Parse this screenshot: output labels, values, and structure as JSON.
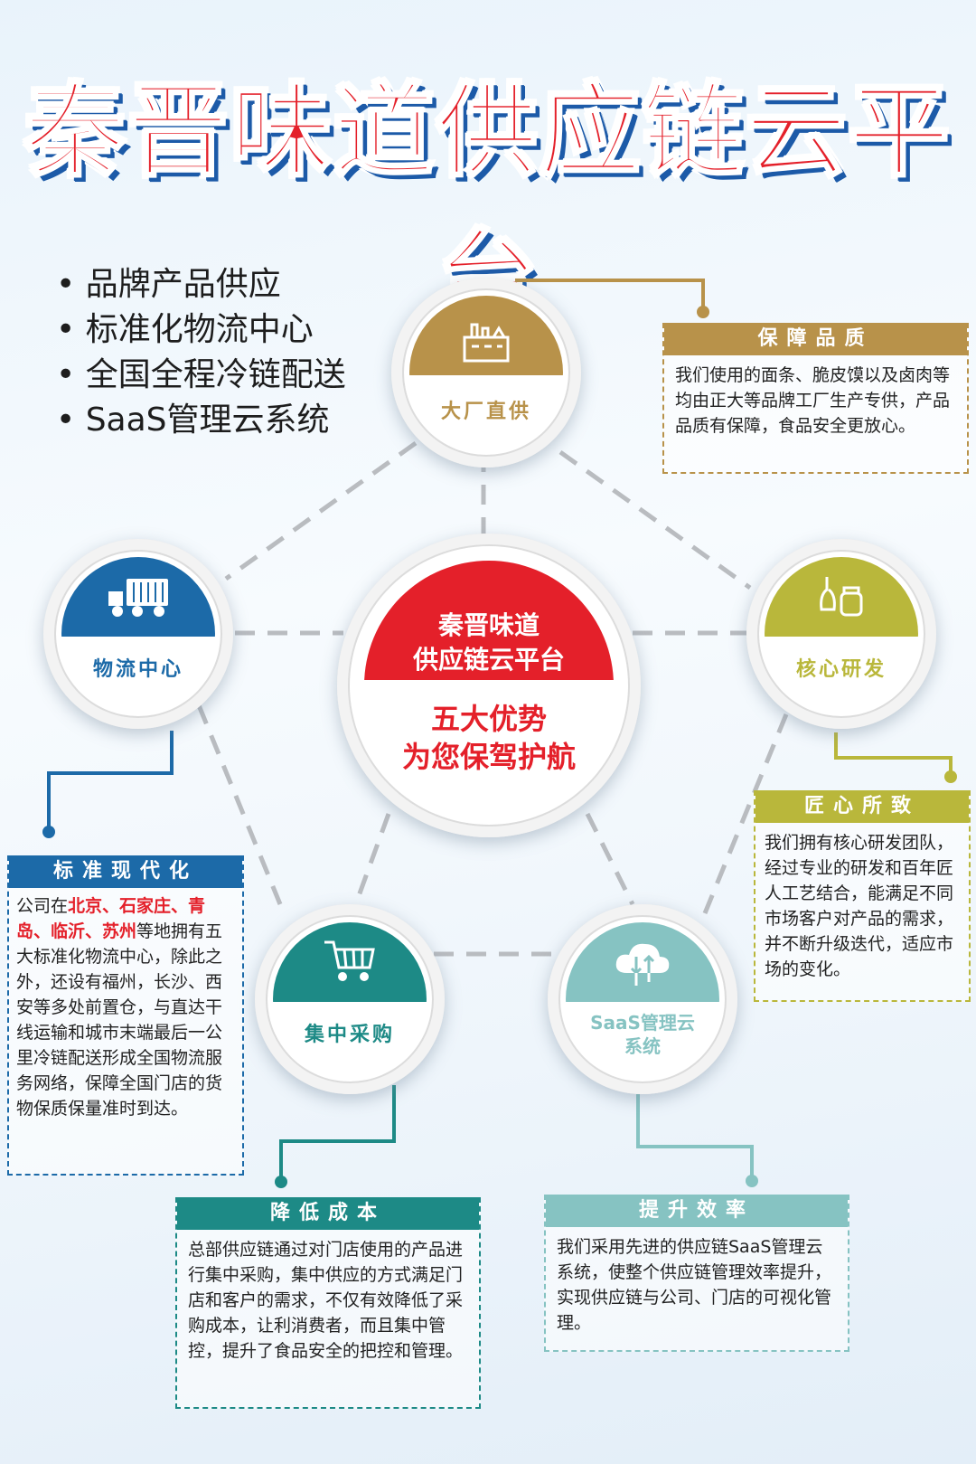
{
  "title": "秦晋味道供应链云平台",
  "bullets": [
    "品牌产品供应",
    "标准化物流中心",
    "全国全程冷链配送",
    "SaaS管理云系统"
  ],
  "center": {
    "line1": "秦晋味道",
    "line2": "供应链云平台",
    "line3": "五大优势",
    "line4": "为您保驾护航"
  },
  "nodes": {
    "factory": {
      "label": "大厂直供",
      "icon": "factory-icon"
    },
    "logistics": {
      "label": "物流中心",
      "icon": "truck-icon"
    },
    "rnd": {
      "label": "核心研发",
      "icon": "lab-bottles-icon"
    },
    "purchase": {
      "label": "集中采购",
      "icon": "shopping-cart-icon"
    },
    "saas": {
      "label1": "SaaS管理云",
      "label2": "系统",
      "icon": "cloud-sync-icon"
    }
  },
  "boxes": {
    "quality": {
      "title": "保障品质",
      "text": "我们使用的面条、脆皮馍以及卤肉等均由正大等品牌工厂生产专供，产品品质有保障，食品安全更放心。"
    },
    "craft": {
      "title": "匠心所致",
      "text": "我们拥有核心研发团队，经过专业的研发和百年匠人工艺结合，能满足不同市场客户对产品的需求，并不断升级迭代，适应市场的变化。"
    },
    "modern": {
      "title": "标准现代化",
      "text_prefix": "公司在",
      "cities": "北京、石家庄、青岛、临沂、苏州",
      "text_rest": "等地拥有五大标准化物流中心，除此之外，还设有福州，长沙、西安等多处前置仓，与直达干线运输和城市末端最后一公里冷链配送形成全国物流服务网络，保障全国门店的货物保质保量准时到达。"
    },
    "cost": {
      "title": "降低成本",
      "text": "总部供应链通过对门店使用的产品进行集中采购，集中供应的方式满足门店和客户的需求，不仅有效降低了采购成本，让利消费者，而且集中管控，提升了食品安全的把控和管理。"
    },
    "efficiency": {
      "title": "提升效率",
      "text": "我们采用先进的供应链SaaS管理云系统，使整个供应链管理效率提升，实现供应链与公司、门店的可视化管理。"
    }
  },
  "colors": {
    "red": "#e4202a",
    "gold": "#b8924a",
    "blue": "#1c6aa8",
    "olive": "#b9b73b",
    "teal": "#1d8a86",
    "lightTeal": "#86c3c2"
  }
}
